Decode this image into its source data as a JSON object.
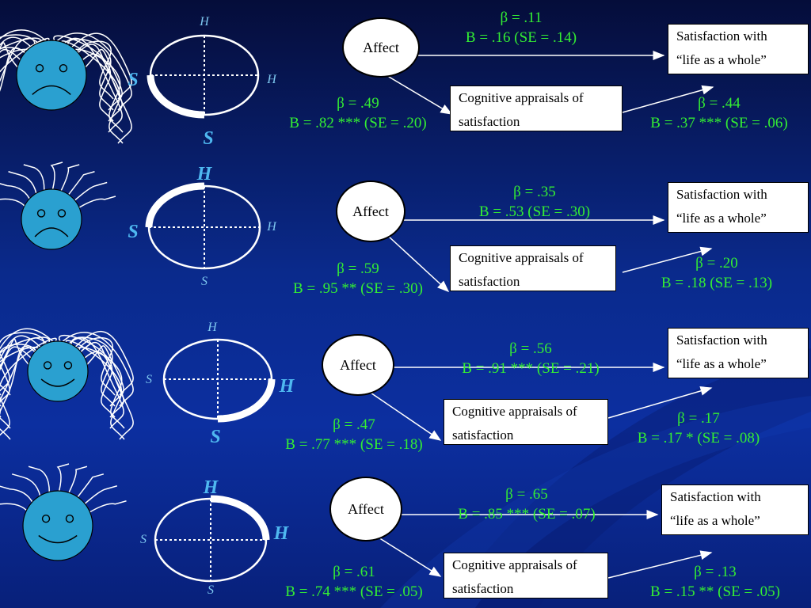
{
  "colors": {
    "background": "#0a2a8c",
    "stat_text": "#33ee33",
    "axis_label": "#4fb8f0",
    "face": "#2aa0d0"
  },
  "panels": [
    {
      "face": {
        "expression": "sad",
        "hair": "curly"
      },
      "axis": {
        "top": "H",
        "right": "H",
        "left": "S",
        "bottom": "S",
        "highlight": "lower-left"
      },
      "affect": "Affect",
      "cognitive": "Cognitive appraisals of\nsatisfaction",
      "outcome": "Satisfaction with\n“life as a whole”",
      "path_affect_outcome": {
        "beta": "β = .11",
        "b": "B = .16  (SE = .14)"
      },
      "path_affect_cognitive": {
        "beta": "β = .49",
        "b": "B = .82 *** (SE = .20)"
      },
      "path_cognitive_outcome": {
        "beta": "β = .44",
        "b": "B = .37 ***  (SE = .06)"
      }
    },
    {
      "face": {
        "expression": "sad",
        "hair": "spiky"
      },
      "axis": {
        "top": "H",
        "right": "H",
        "left": "S",
        "bottom": "S",
        "highlight": "upper-left"
      },
      "affect": "Affect",
      "cognitive": "Cognitive appraisals of\nsatisfaction",
      "outcome": "Satisfaction with\n“life as a whole”",
      "path_affect_outcome": {
        "beta": "β = .35",
        "b": "B = .53  (SE = .30)"
      },
      "path_affect_cognitive": {
        "beta": "β = .59",
        "b": "B = .95 ** (SE = .30)"
      },
      "path_cognitive_outcome": {
        "beta": "β = .20",
        "b": "B = .18  (SE = .13)"
      }
    },
    {
      "face": {
        "expression": "happy",
        "hair": "curly"
      },
      "axis": {
        "top": "H",
        "right": "H",
        "left": "S",
        "bottom": "S",
        "highlight": "lower-right"
      },
      "affect": "Affect",
      "cognitive": "Cognitive appraisals of\nsatisfaction",
      "outcome": "Satisfaction with\n“life as a whole”",
      "path_affect_outcome": {
        "beta": "β = .56",
        "b": "B = .91 ***  (SE = .21)"
      },
      "path_affect_cognitive": {
        "beta": "β = .47",
        "b": "B = .77 *** (SE = .18)"
      },
      "path_cognitive_outcome": {
        "beta": "β = .17",
        "b": "B = .17 *  (SE = .08)"
      }
    },
    {
      "face": {
        "expression": "happy",
        "hair": "spiky"
      },
      "axis": {
        "top": "H",
        "right": "H",
        "left": "S",
        "bottom": "S",
        "highlight": "upper-right"
      },
      "affect": "Affect",
      "cognitive": "Cognitive appraisals of\nsatisfaction",
      "outcome": "Satisfaction with\n“life as a whole”",
      "path_affect_outcome": {
        "beta": "β = .65",
        "b": "B = .85 ***  (SE = .07)"
      },
      "path_affect_cognitive": {
        "beta": "β = .61",
        "b": "B = .74 *** (SE = .05)"
      },
      "path_cognitive_outcome": {
        "beta": "β = .13",
        "b": "B = .15 **  (SE = .05)"
      }
    }
  ]
}
